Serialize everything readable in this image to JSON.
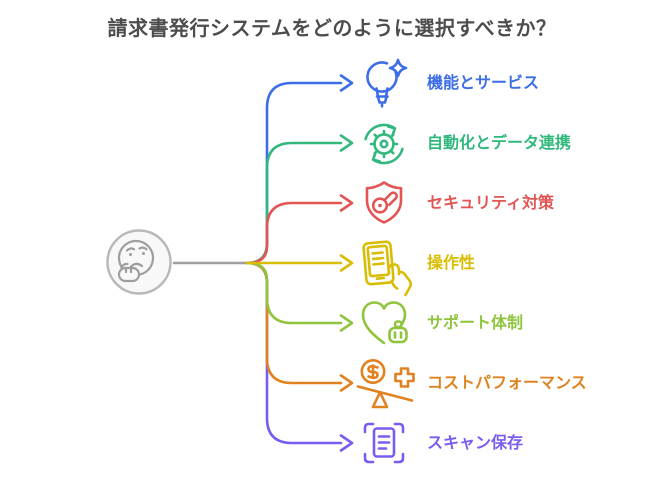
{
  "title": "請求書発行システムをどのように選択すべきか？",
  "title_color": "#4d4d4d",
  "center": {
    "icon": "thinking-face-icon",
    "circle_color": "#b8b8b8",
    "face_color": "#9e9e9e",
    "stem_color": "#9e9e9e"
  },
  "branches": [
    {
      "label": "機能とサービス",
      "color": "#3e6de8",
      "icon": "lightbulb-sparkle-icon"
    },
    {
      "label": "自動化とデータ連携",
      "color": "#32b87c",
      "icon": "gear-sync-icon"
    },
    {
      "label": "セキュリティ対策",
      "color": "#e25553",
      "icon": "shield-key-icon"
    },
    {
      "label": "操作性",
      "color": "#d9bd04",
      "icon": "tablet-touch-icon"
    },
    {
      "label": "サポート体制",
      "color": "#8fc43d",
      "icon": "heart-robot-icon"
    },
    {
      "label": "コストパフォーマンス",
      "color": "#e0821f",
      "icon": "cost-balance-icon"
    },
    {
      "label": "スキャン保存",
      "color": "#7a5cf0",
      "icon": "document-scan-icon"
    }
  ]
}
